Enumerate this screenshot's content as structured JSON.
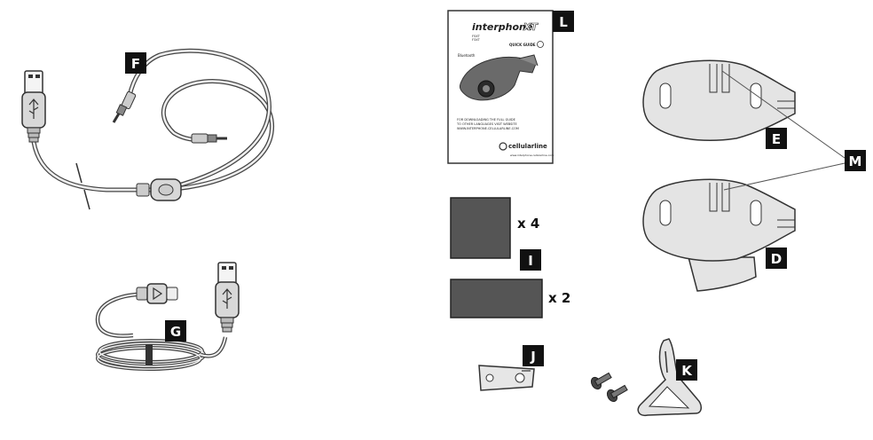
{
  "labels": {
    "F": "F",
    "G": "G",
    "L": "L",
    "E": "E",
    "M": "M",
    "D": "D",
    "I": "I",
    "J": "J",
    "K": "K"
  },
  "quantities": {
    "pad_large": "x 4",
    "pad_small": "x 2"
  },
  "manual": {
    "brand": "interphone",
    "model": "XT",
    "line1": "F5XT",
    "line2": "F3XT",
    "quick_guide": "QUICK GUIDE",
    "bluetooth": "Bluetooth",
    "notice1": "FOR DOWNLOADING THE FULL GUIDE",
    "notice2": "TO OTHER LANGUAGES VISIT WEBSITE",
    "notice3": "WWW.INTERPHONE.CELLULARLINE.COM",
    "maker": "cellularline",
    "website": "www.interphone.cellularline.com"
  },
  "colors": {
    "label_bg": "#111111",
    "pad_fill": "#555555",
    "mount_fill": "#e4e4e4",
    "stroke": "#333333"
  }
}
